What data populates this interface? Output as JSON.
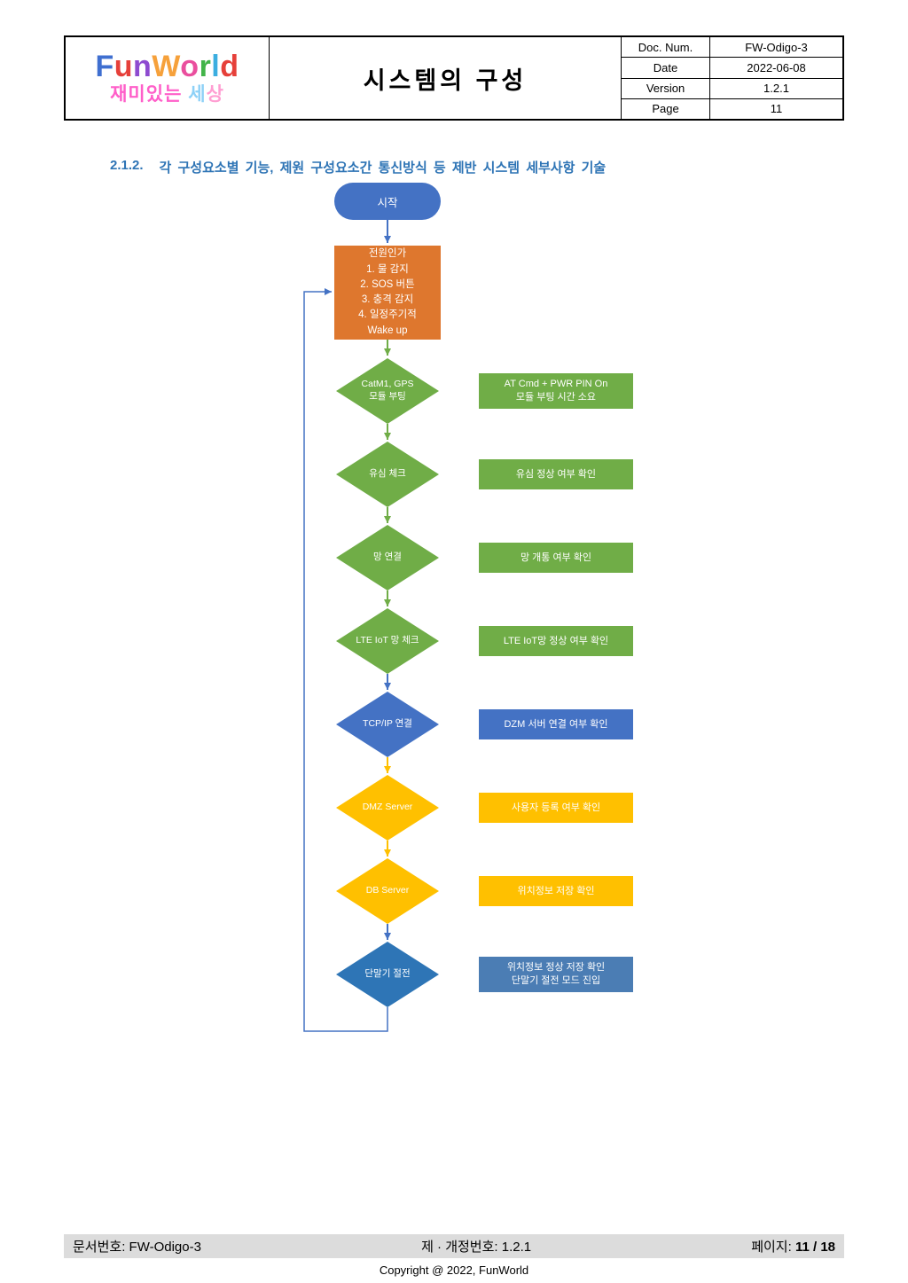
{
  "colors": {
    "green": "#70AD47",
    "blue": "#4472C4",
    "yellow": "#FFC000",
    "blue2": "#2E75B6",
    "steel": "#4B7DB4",
    "orange": "#DE772E",
    "heading_blue": "#2E74B5"
  },
  "header": {
    "logo": {
      "line1": [
        {
          "ch": "F",
          "color": "#3F6FD0"
        },
        {
          "ch": "u",
          "color": "#E6403A"
        },
        {
          "ch": "n",
          "color": "#8E4BD0"
        },
        {
          "ch": "W",
          "color": "#F6A13B"
        },
        {
          "ch": "o",
          "color": "#EA4F9E"
        },
        {
          "ch": "r",
          "color": "#42B449"
        },
        {
          "ch": "l",
          "color": "#3BAEE0"
        },
        {
          "ch": "d",
          "color": "#E6403A"
        }
      ],
      "line2": [
        {
          "ch": "재",
          "color": "#FF5FC9"
        },
        {
          "ch": "미",
          "color": "#FF5FC9"
        },
        {
          "ch": "있",
          "color": "#FF5FC9"
        },
        {
          "ch": "는",
          "color": "#FF5FC9"
        },
        {
          "ch": " ",
          "color": "#FF5FC9"
        },
        {
          "ch": "세",
          "color": "#8ED1F7"
        },
        {
          "ch": "상",
          "color": "#FF9ED2"
        }
      ]
    },
    "title": "시스템의 구성",
    "meta": {
      "rows": [
        {
          "label": "Doc. Num.",
          "value": "FW-Odigo-3"
        },
        {
          "label": "Date",
          "value": "2022-06-08"
        },
        {
          "label": "Version",
          "value": "1.2.1"
        },
        {
          "label": "Page",
          "value": "11"
        }
      ]
    }
  },
  "section": {
    "number": "2.1.2.",
    "title": "각 구성요소별 기능, 제원 구성요소간 통신방식 등 제반 시스템 세부사항 기술"
  },
  "flowchart": {
    "start_label": "시작",
    "power_box": "전원인가\n1. 물 감지\n2. SOS 버튼\n3. 충격 감지\n4. 일정주기적\nWake up",
    "steps": [
      {
        "diamond": "CatM1, GPS\n모듈 부팅",
        "note": "AT Cmd + PWR PIN On\n모듈 부팅 시간 소요"
      },
      {
        "diamond": "유심 체크",
        "note": "유심 정상 여부 확인"
      },
      {
        "diamond": "망 연결",
        "note": "망 개통 여부 확인"
      },
      {
        "diamond": "LTE IoT 망 체크",
        "note": "LTE IoT망 정상 여부 확인"
      },
      {
        "diamond": "TCP/IP 연결",
        "note": "DZM 서버 연결 여부 확인"
      },
      {
        "diamond": "DMZ Server",
        "note": "사용자 등록 여부 확인"
      },
      {
        "diamond": "DB Server",
        "note": "위치정보 저장 확인"
      },
      {
        "diamond": "단말기 절전",
        "note": "위치정보 정상 저장 확인\n단말기 절전 모드 진입"
      }
    ]
  },
  "footer": {
    "doc": "문서번호: FW-Odigo-3",
    "revision": "제 · 개정번호: 1.2.1",
    "page_label": "페이지:",
    "page_value": "11 / 18",
    "copyright": "Copyright @ 2022, FunWorld"
  }
}
